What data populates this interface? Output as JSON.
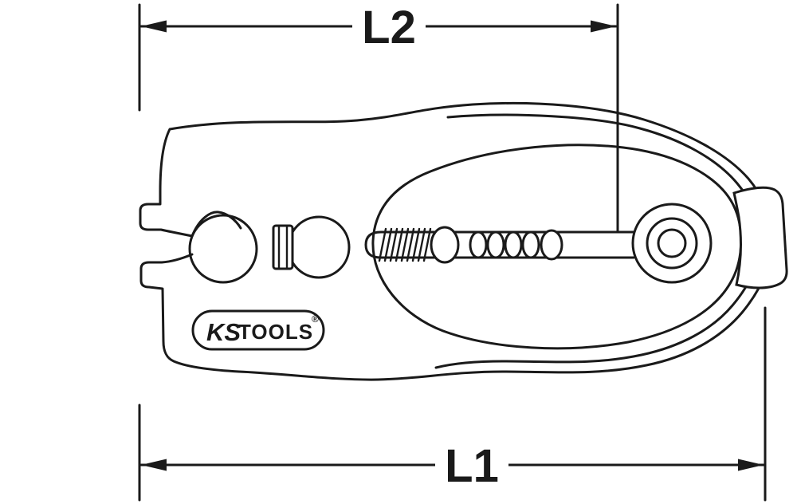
{
  "diagram": {
    "type": "technical-dimension-drawing",
    "subject": "automatic-wire-stripper",
    "dimensions": {
      "top_label": "L2",
      "bottom_label": "L1"
    },
    "logo": {
      "ks": "KS",
      "tools": "TOOLS",
      "registered": "®"
    },
    "colors": {
      "line": "#1a1a1a",
      "background": "#ffffff"
    }
  }
}
